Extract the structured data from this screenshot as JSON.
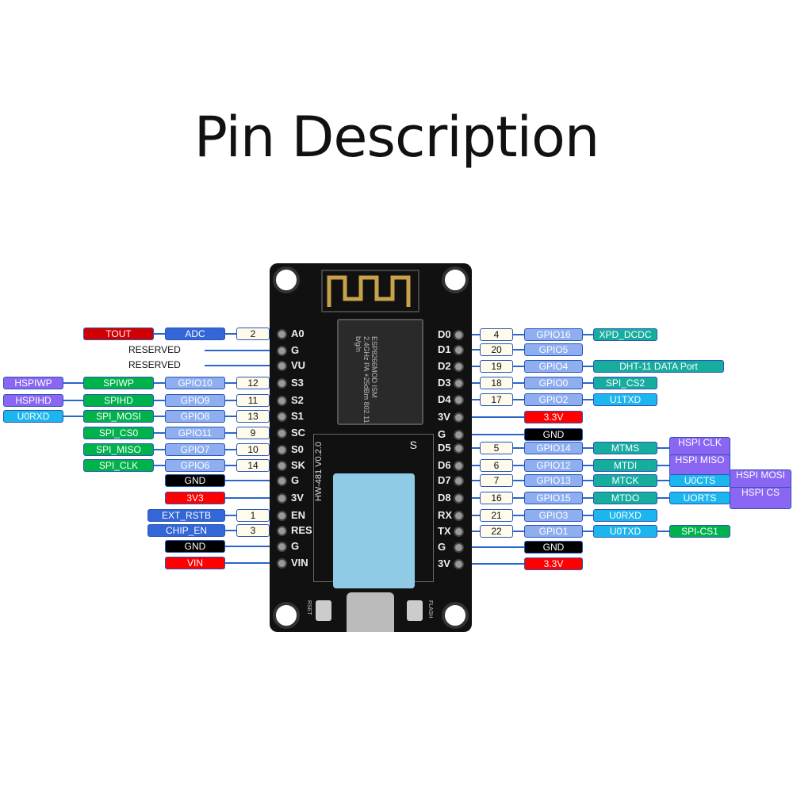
{
  "title": "Pin Description",
  "colors": {
    "tout": "#d00000",
    "adc": "#3366d6",
    "gpio": "#8eaef0",
    "number": "#fffbea",
    "spi": "#00b24a",
    "hspi": "#8a66f2",
    "uart": "#1cb6ee",
    "func": "#16ad9e",
    "gnd": "#000000",
    "power": "#ff0000",
    "reset": "#3366d6"
  },
  "board": {
    "model_label": "HW-481 V0.2.0",
    "module_text": "ESP8266MOD ISM 2.4GHz PA +25dBm 802.11 b/g/n",
    "sensor_marker": "S",
    "reset_button": "RSET",
    "flash_button": "FLASH"
  },
  "left": [
    {
      "pin": "A0",
      "number": "2",
      "labels": [
        {
          "text": "ADC",
          "type": "adc"
        },
        {
          "text": "TOUT",
          "type": "tout"
        }
      ]
    },
    {
      "pin": "G",
      "reserved": "RESERVED"
    },
    {
      "pin": "VU",
      "reserved": "RESERVED"
    },
    {
      "pin": "S3",
      "number": "12",
      "labels": [
        {
          "text": "GPIO10",
          "type": "gpio"
        },
        {
          "text": "SPIWP",
          "type": "spi"
        },
        {
          "text": "HSPIWP",
          "type": "hspi"
        }
      ]
    },
    {
      "pin": "S2",
      "number": "11",
      "labels": [
        {
          "text": "GPIO9",
          "type": "gpio"
        },
        {
          "text": "SPIHD",
          "type": "spi"
        },
        {
          "text": "HSPIHD",
          "type": "hspi"
        }
      ]
    },
    {
      "pin": "S1",
      "number": "13",
      "labels": [
        {
          "text": "GPIO8",
          "type": "gpio"
        },
        {
          "text": "SPI_MOSI",
          "type": "spi"
        },
        {
          "text": "U0RXD",
          "type": "uart"
        }
      ]
    },
    {
      "pin": "SC",
      "number": "9",
      "labels": [
        {
          "text": "GPIO11",
          "type": "gpio"
        },
        {
          "text": "SPI_CS0",
          "type": "spi"
        }
      ]
    },
    {
      "pin": "S0",
      "number": "10",
      "labels": [
        {
          "text": "GPIO7",
          "type": "gpio"
        },
        {
          "text": "SPI_MISO",
          "type": "spi"
        }
      ]
    },
    {
      "pin": "SK",
      "number": "14",
      "labels": [
        {
          "text": "GPIO6",
          "type": "gpio"
        },
        {
          "text": "SPI_CLK",
          "type": "spi"
        }
      ]
    },
    {
      "pin": "G",
      "labels": [
        {
          "text": "GND",
          "type": "gnd"
        }
      ]
    },
    {
      "pin": "3V",
      "labels": [
        {
          "text": "3V3",
          "type": "power"
        }
      ]
    },
    {
      "pin": "EN",
      "number": "1",
      "labels": [
        {
          "text": "EXT_RSTB",
          "type": "reset",
          "wide": true
        }
      ]
    },
    {
      "pin": "RES",
      "number": "3",
      "labels": [
        {
          "text": "CHIP_EN",
          "type": "reset",
          "wide": true
        }
      ]
    },
    {
      "pin": "G",
      "labels": [
        {
          "text": "GND",
          "type": "gnd"
        }
      ]
    },
    {
      "pin": "VIN",
      "labels": [
        {
          "text": "VIN",
          "type": "power"
        }
      ]
    }
  ],
  "right": [
    {
      "pin": "D0",
      "number": "4",
      "labels": [
        {
          "text": "GPIO16",
          "type": "gpio"
        },
        {
          "text": "XPD_DCDC",
          "type": "func"
        }
      ]
    },
    {
      "pin": "D1",
      "number": "20",
      "labels": [
        {
          "text": "GPIO5",
          "type": "gpio"
        }
      ]
    },
    {
      "pin": "D2",
      "number": "19",
      "labels": [
        {
          "text": "GPIO4",
          "type": "gpio"
        },
        {
          "text": "DHT-11 DATA Port",
          "type": "func",
          "wide": true
        }
      ]
    },
    {
      "pin": "D3",
      "number": "18",
      "labels": [
        {
          "text": "GPIO0",
          "type": "gpio"
        },
        {
          "text": "SPI_CS2",
          "type": "func"
        }
      ]
    },
    {
      "pin": "D4",
      "number": "17",
      "labels": [
        {
          "text": "GPIO2",
          "type": "gpio"
        },
        {
          "text": "U1TXD",
          "type": "uart"
        }
      ]
    },
    {
      "pin": "3V",
      "labels": [
        {
          "text": "3.3V",
          "type": "power"
        }
      ]
    },
    {
      "pin": "G",
      "labels": [
        {
          "text": "GND",
          "type": "gnd"
        }
      ]
    },
    {
      "pin": "D5",
      "number": "5",
      "labels": [
        {
          "text": "GPIO14",
          "type": "gpio"
        },
        {
          "text": "MTMS",
          "type": "func"
        },
        {
          "text": "HSPI CLK",
          "type": "hspi",
          "tall": true
        }
      ]
    },
    {
      "pin": "D6",
      "number": "6",
      "labels": [
        {
          "text": "GPIO12",
          "type": "gpio"
        },
        {
          "text": "MTDI",
          "type": "func"
        },
        {
          "text": "HSPI MISO",
          "type": "hspi",
          "tall": true
        }
      ]
    },
    {
      "pin": "D7",
      "number": "7",
      "labels": [
        {
          "text": "GPIO13",
          "type": "gpio"
        },
        {
          "text": "MTCK",
          "type": "func"
        },
        {
          "text": "U0CTS",
          "type": "uart"
        },
        {
          "text": "HSPI MOSI",
          "type": "hspi",
          "tall": true
        }
      ]
    },
    {
      "pin": "D8",
      "number": "16",
      "labels": [
        {
          "text": "GPIO15",
          "type": "gpio"
        },
        {
          "text": "MTDO",
          "type": "func"
        },
        {
          "text": "UORTS",
          "type": "uart"
        },
        {
          "text": "HSPI CS",
          "type": "hspi",
          "tall": true
        }
      ]
    },
    {
      "pin": "RX",
      "number": "21",
      "labels": [
        {
          "text": "GPIO3",
          "type": "gpio"
        },
        {
          "text": "U0RXD",
          "type": "uart"
        }
      ]
    },
    {
      "pin": "TX",
      "number": "22",
      "labels": [
        {
          "text": "GPIO1",
          "type": "gpio"
        },
        {
          "text": "U0TXD",
          "type": "uart"
        },
        {
          "text": "SPI-CS1",
          "type": "spi"
        }
      ]
    },
    {
      "pin": "G",
      "labels": [
        {
          "text": "GND",
          "type": "gnd"
        }
      ]
    },
    {
      "pin": "3V",
      "labels": [
        {
          "text": "3.3V",
          "type": "power"
        }
      ]
    }
  ]
}
